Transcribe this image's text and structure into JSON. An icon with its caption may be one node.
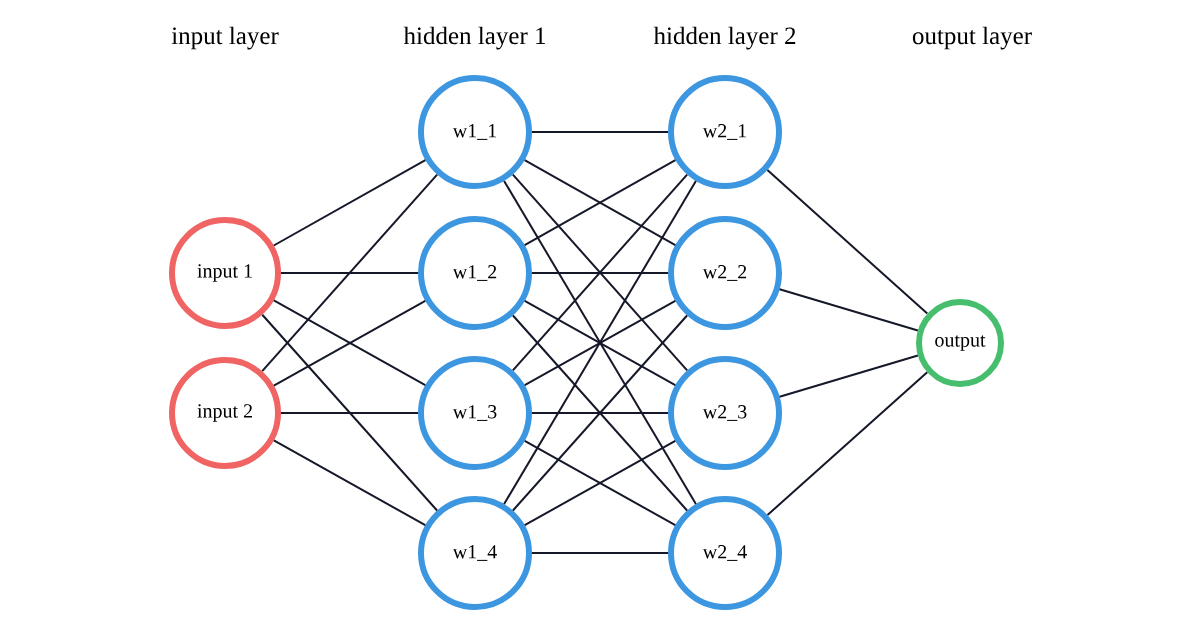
{
  "diagram": {
    "nodes": [
      {
        "text": [
          "input 1"
        ]
      },
      {
        "text": [
          "input 2"
        ]
      },
      {
        "text": [
          "w1_1"
        ]
      },
      {
        "text": [
          "w1_2"
        ]
      },
      {
        "text": [
          "w1_3"
        ]
      },
      {
        "text": [
          "w1_4"
        ]
      },
      {
        "text": [
          "w2_1"
        ]
      },
      {
        "text": [
          "w2_2"
        ]
      },
      {
        "text": [
          "w2_3"
        ]
      },
      {
        "text": [
          "w2_4"
        ]
      },
      {
        "text": [
          "output"
        ]
      }
    ],
    "edges": [
      {
        "from": 0,
        "to": 2,
        "arrow": "none"
      },
      {
        "from": 0,
        "to": 3,
        "arrow": "none"
      },
      {
        "from": 0,
        "to": 4,
        "arrow": "none"
      },
      {
        "from": 0,
        "to": 5,
        "arrow": "none"
      },
      {
        "from": 1,
        "to": 2,
        "arrow": "none"
      },
      {
        "from": 1,
        "to": 3,
        "arrow": "none"
      },
      {
        "from": 1,
        "to": 4,
        "arrow": "none"
      },
      {
        "from": 1,
        "to": 5,
        "arrow": "none"
      },
      {
        "from": 2,
        "to": 6,
        "arrow": "none"
      },
      {
        "from": 2,
        "to": 7,
        "arrow": "none"
      },
      {
        "from": 2,
        "to": 8,
        "arrow": "none"
      },
      {
        "from": 2,
        "to": 9,
        "arrow": "none"
      },
      {
        "from": 3,
        "to": 6,
        "arrow": "none"
      },
      {
        "from": 3,
        "to": 7,
        "arrow": "none"
      },
      {
        "from": 3,
        "to": 8,
        "arrow": "none"
      },
      {
        "from": 3,
        "to": 9,
        "arrow": "none"
      },
      {
        "from": 4,
        "to": 6,
        "arrow": "none"
      },
      {
        "from": 4,
        "to": 7,
        "arrow": "none"
      },
      {
        "from": 4,
        "to": 8,
        "arrow": "none"
      },
      {
        "from": 4,
        "to": 9,
        "arrow": "none"
      },
      {
        "from": 5,
        "to": 6,
        "arrow": "none"
      },
      {
        "from": 5,
        "to": 7,
        "arrow": "none"
      },
      {
        "from": 5,
        "to": 8,
        "arrow": "none"
      },
      {
        "from": 5,
        "to": 9,
        "arrow": "none"
      },
      {
        "from": 6,
        "to": 10,
        "arrow": "none"
      },
      {
        "from": 7,
        "to": 10,
        "arrow": "none"
      },
      {
        "from": 8,
        "to": 10,
        "arrow": "none"
      },
      {
        "from": 9,
        "to": 10,
        "arrow": "none"
      }
    ],
    "labels": [
      "input layer",
      "hidden layer 1",
      "hidden layer 2",
      "output layer"
    ]
  }
}
